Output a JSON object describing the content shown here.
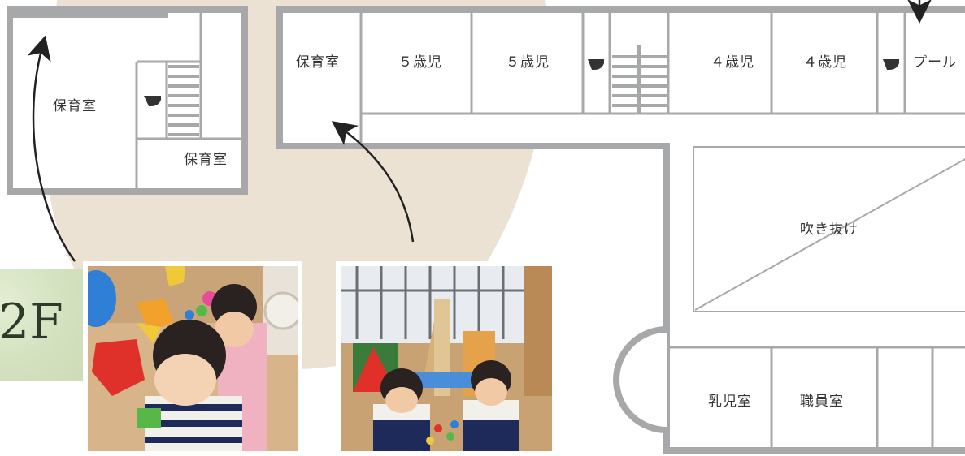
{
  "floor": {
    "label": "2F"
  },
  "rooms": {
    "annex_nursery_1": "保育室",
    "annex_nursery_2": "保育室",
    "main_nursery": "保育室",
    "age5_room_a": "５歳児",
    "age5_room_b": "５歳児",
    "age4_room_a": "４歳児",
    "age4_room_b": "４歳児",
    "pool": "プール",
    "atrium": "吹き抜け",
    "infant_room": "乳児室",
    "staff_room": "職員室"
  },
  "icons": {
    "toilet": "toilet-icon",
    "stairs": "stairs-icon",
    "arrow": "arrow-icon"
  },
  "colors": {
    "wall": "#a7a8aa",
    "badge_green": "#d9e6c6",
    "beige_blob": "#ece2d3"
  },
  "photos": [
    {
      "name": "climbing-wall-photo"
    },
    {
      "name": "block-play-photo"
    }
  ]
}
